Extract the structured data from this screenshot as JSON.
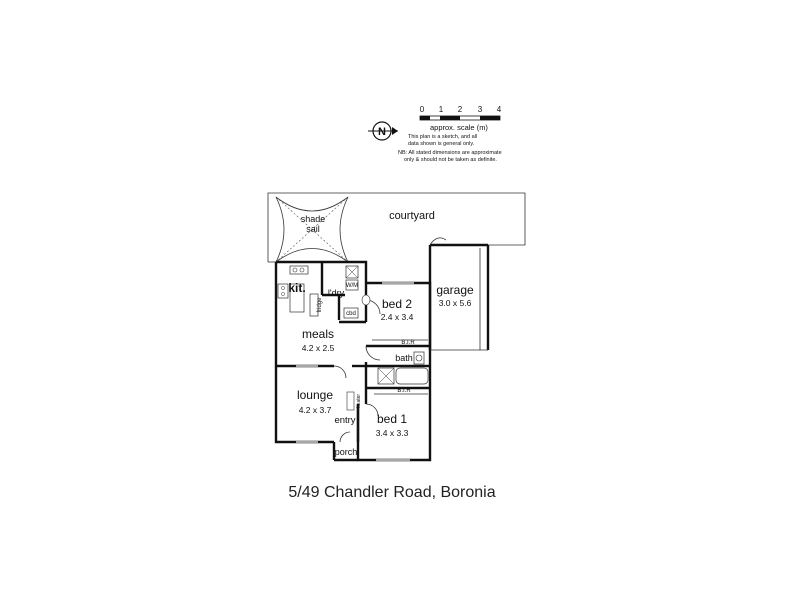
{
  "scale": {
    "ticks": [
      "0",
      "1",
      "2",
      "3",
      "4"
    ],
    "label": "approx. scale (m)",
    "note_lines": [
      "This plan is a sketch, and all",
      "data shown is general only.",
      "NB: All stated dimensions are approximate",
      "only & should not be taken as definite."
    ],
    "north_label": "N"
  },
  "rooms": {
    "courtyard": {
      "name": "courtyard"
    },
    "shade_sail": {
      "line1": "shade",
      "line2": "sail"
    },
    "kitchen": {
      "name": "kit."
    },
    "laundry": {
      "name": "l'dry"
    },
    "bed2": {
      "name": "bed 2",
      "dims": "2.4 x 3.4"
    },
    "garage": {
      "name": "garage",
      "dims": "3.0 x 5.6"
    },
    "meals": {
      "name": "meals",
      "dims": "4.2 x 2.5"
    },
    "bath": {
      "name": "bath"
    },
    "lounge": {
      "name": "lounge",
      "dims": "4.2 x 3.7"
    },
    "entry": {
      "name": "entry"
    },
    "bed1": {
      "name": "bed 1",
      "dims": "3.4 x 3.3"
    },
    "porch": {
      "name": "porch"
    }
  },
  "fixtures": {
    "bir_top": "B.I.R",
    "bir_bottom": "B.I.R",
    "cbd": "cbd",
    "fridge": "fridge",
    "heater": "heater",
    "washer": "W/M"
  },
  "caption": "5/49 Chandler Road, Boronia"
}
